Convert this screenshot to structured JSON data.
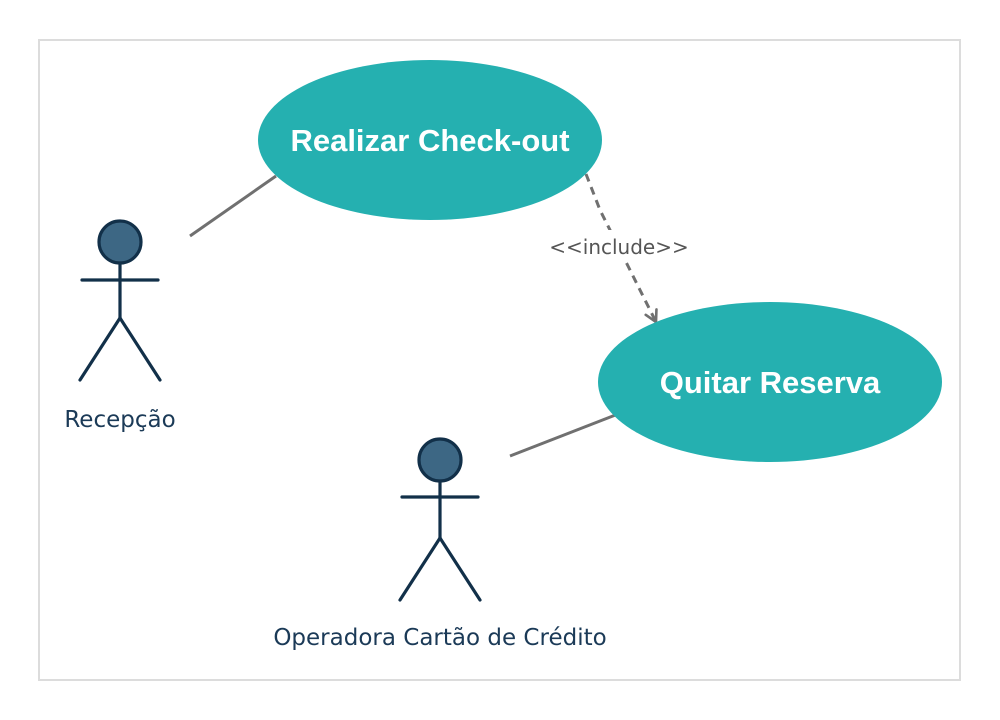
{
  "colors": {
    "use_case_fill": "#25b0b0",
    "actor_stroke": "#123049",
    "actor_head_fill": "#3d6784",
    "line": "#707070",
    "frame": "#dcdcdc"
  },
  "actors": [
    {
      "id": "recepcao",
      "name": "Recepção"
    },
    {
      "id": "operadora",
      "name": "Operadora Cartão de Crédito"
    }
  ],
  "use_cases": [
    {
      "id": "checkout",
      "name": "Realizar Check-out"
    },
    {
      "id": "quitar",
      "name": "Quitar Reserva"
    }
  ],
  "relationships": [
    {
      "type": "association",
      "from": "recepcao",
      "to": "checkout"
    },
    {
      "type": "association",
      "from": "operadora",
      "to": "quitar"
    },
    {
      "type": "include",
      "from": "checkout",
      "to": "quitar",
      "label": "<<include>>"
    }
  ]
}
